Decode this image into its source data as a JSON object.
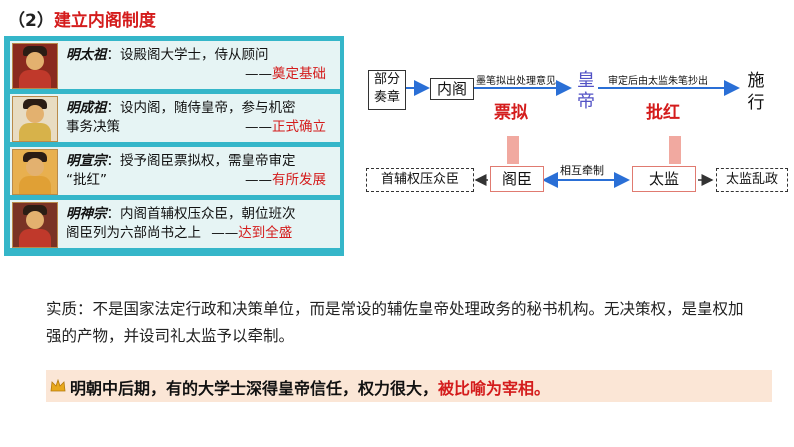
{
  "section": {
    "num": "（2）",
    "title": "建立内阁制度"
  },
  "rows": [
    {
      "name": "明太祖",
      "colon": "：",
      "line1": "设殿阁大学士，侍从顾问",
      "line2": "",
      "dash": "——",
      "tag": "奠定基础",
      "robe": "#c0392b"
    },
    {
      "name": "明成祖",
      "colon": "：",
      "line1": "设内阁，随侍皇帝，参与机密",
      "line2": "事务决策",
      "dash": "——",
      "tag": "正式确立",
      "robe": "#d7b24a"
    },
    {
      "name": "明宣宗",
      "colon": "：",
      "line1": "授予阁臣票拟权，需皇帝审定",
      "line2": "“批红”",
      "dash": "——",
      "tag": "有所发展",
      "robe": "#e0a035"
    },
    {
      "name": "明神宗",
      "colon": "：",
      "line1": "内阁首辅权压众臣，朝位班次",
      "line2": "阁臣列为六部尚书之上",
      "dash": "——",
      "tag": "达到全盛",
      "robe": "#c0392b"
    }
  ],
  "diagram": {
    "memorial": "部分奏章",
    "cabinet": "内阁",
    "ink_note": "墨笔拟出处理意见",
    "piaoni": "票拟",
    "emperor": "皇帝",
    "review_note": "审定后由太监朱笔抄出",
    "pihong": "批红",
    "execute": "施行",
    "chief_minister": "首辅权压众臣",
    "cabinet_minister": "阁臣",
    "mutual": "相互牵制",
    "eunuch": "太监",
    "eunuch_chaos": "太监乱政",
    "colors": {
      "emperor": "#5252c5",
      "red": "#d41c1c",
      "pink_arrow": "#f1a9a0",
      "blue_arrow": "#2a6fd6"
    }
  },
  "essence": "实质：不是国家法定行政和决策单位，而是常设的辅佐皇帝处理政务的秘书机构。无决策权，是皇权加强的产物，并设司礼太监予以牵制。",
  "note": {
    "main": "明朝中后期，有的大学士深得皇帝信任，权力很大，",
    "red": "被比喻为宰相。",
    "icon": "crown-icon"
  }
}
